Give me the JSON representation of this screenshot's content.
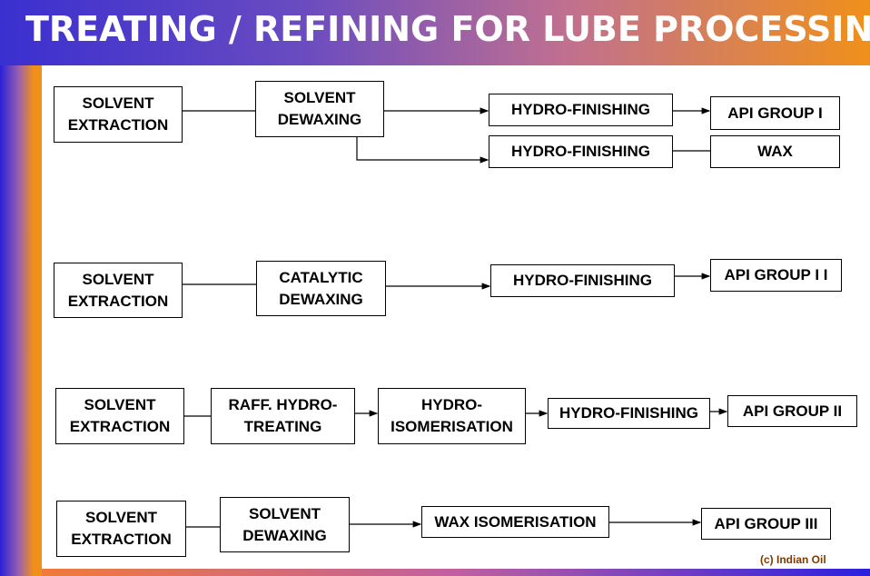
{
  "title": "TREATING / REFINING FOR LUBE PROCESSING",
  "rows": [
    {
      "boxes": [
        "SOLVENT\nEXTRACTION",
        "SOLVENT\nDEWAXING",
        "HYDRO-FINISHING",
        "API GROUP  I",
        "HYDRO-FINISHING",
        "WAX"
      ]
    },
    {
      "boxes": [
        "SOLVENT\nEXTRACTION",
        "CATALYTIC\nDEWAXING",
        "HYDRO-FINISHING",
        "API GROUP  I I"
      ]
    },
    {
      "boxes": [
        "SOLVENT\nEXTRACTION",
        "RAFF. HYDRO-\nTREATING",
        "HYDRO-\nISOMERISATION",
        "HYDRO-FINISHING",
        "API GROUP  II"
      ]
    },
    {
      "boxes": [
        "SOLVENT\nEXTRACTION",
        "SOLVENT\nDEWAXING",
        "WAX ISOMERISATION",
        "API GROUP  III"
      ]
    }
  ],
  "copyright": "(c) Indian Oil",
  "colors": {
    "title_bar_start": "#3a2fd0",
    "title_bar_end": "#f0901a"
  }
}
